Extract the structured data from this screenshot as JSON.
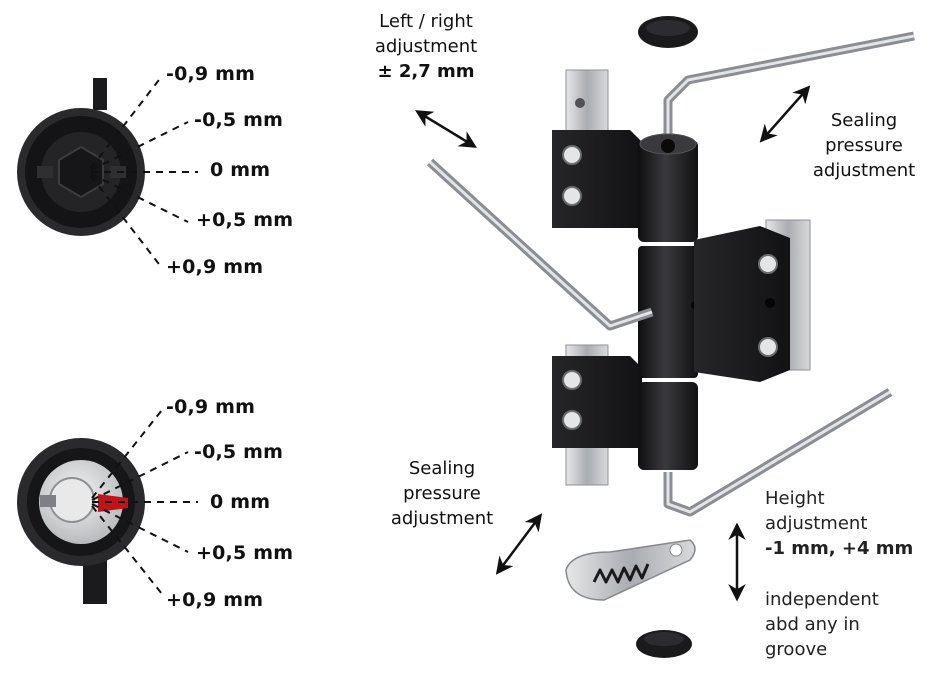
{
  "detail_top": {
    "labels": [
      "-0,9 mm",
      "-0,5 mm",
      "0 mm",
      "+0,5 mm",
      "+0,9 mm"
    ]
  },
  "detail_bottom": {
    "labels": [
      "-0,9 mm",
      "-0,5 mm",
      "0 mm",
      "+0,5 mm",
      "+0,9 mm"
    ]
  },
  "left_right": {
    "lines": [
      "Left / right",
      "adjustment",
      "± 2,7 mm"
    ]
  },
  "sealing_top": {
    "lines": [
      "Sealing",
      "pressure",
      "adjustment"
    ]
  },
  "sealing_bottom": {
    "lines": [
      "Sealing",
      "pressure",
      "adjustment"
    ]
  },
  "height": {
    "lines": [
      "Height",
      "adjustment",
      "-1 mm, +4 mm"
    ]
  },
  "note": {
    "lines": [
      "independent",
      "abd any in",
      "groove"
    ]
  },
  "colors": {
    "hinge_body": "#1c1c1e",
    "metal": "#b9bcc0",
    "accent_red": "#c0141a"
  }
}
